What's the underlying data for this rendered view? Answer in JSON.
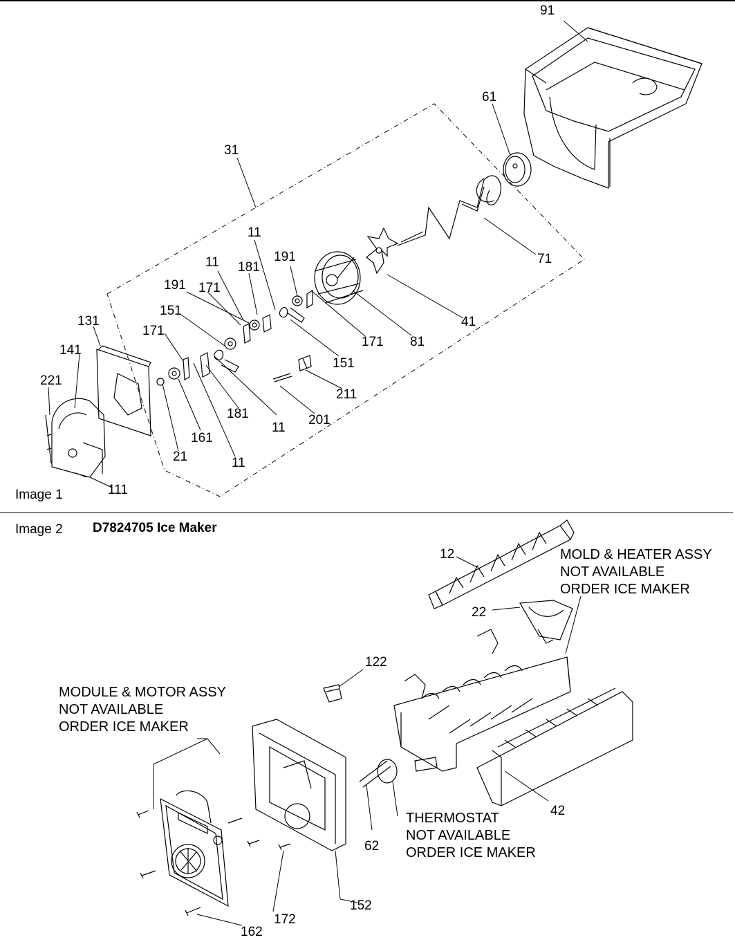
{
  "image1": {
    "caption": "Image 1",
    "callouts": [
      "91",
      "61",
      "31",
      "11",
      "191",
      "71",
      "11",
      "181",
      "191",
      "171",
      "151",
      "41",
      "171",
      "131",
      "171",
      "81",
      "141",
      "151",
      "211",
      "221",
      "181",
      "11",
      "201",
      "161",
      "21",
      "11",
      "111"
    ]
  },
  "image2": {
    "caption": "Image 2",
    "title": "D7824705 Ice Maker",
    "callouts": [
      "12",
      "22",
      "122",
      "62",
      "42",
      "152",
      "172",
      "162"
    ],
    "notes": {
      "mold": [
        "MOLD & HEATER ASSY",
        "NOT AVAILABLE",
        "ORDER ICE MAKER"
      ],
      "module": [
        "MODULE & MOTOR ASSY",
        "NOT AVAILABLE",
        "ORDER ICE MAKER"
      ],
      "thermostat": [
        "THERMOSTAT",
        "NOT AVAILABLE",
        "ORDER ICE MAKER"
      ]
    }
  }
}
